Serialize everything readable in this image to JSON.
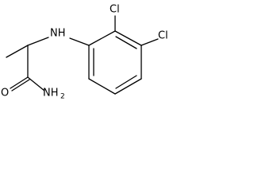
{
  "structure": {
    "atoms": {
      "amine_nh": "NH",
      "chloro_1": "Cl",
      "chloro_2": "Cl",
      "carbonyl_o": "O",
      "amide_nh2": "NH",
      "amide_nh2_subscript": "2"
    }
  }
}
